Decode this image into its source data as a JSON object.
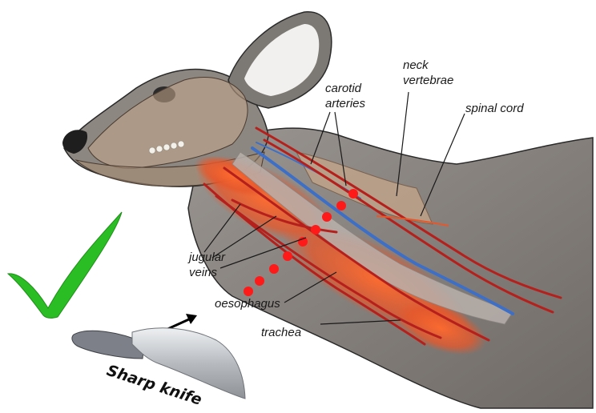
{
  "labels": {
    "carotid_line1": "carotid",
    "carotid_line2": "arteries",
    "neck_line1": "neck",
    "neck_line2": "vertebrae",
    "spinal_cord": "spinal cord",
    "jugular_line1": "jugular",
    "jugular_line2": "veins",
    "oesophagus": "oesophagus",
    "trachea": "trachea",
    "knife": "Sharp knife"
  },
  "colors": {
    "hide": "#8a8580",
    "hide_dark": "#5e5a56",
    "ear_inner": "#f2f0ee",
    "muscle": "#e8572a",
    "artery": "#b5201c",
    "vein": "#3d6fc7",
    "trachea": "#b8b0ac",
    "cut_marks": "#ff1a1a",
    "check": "#2bbd24",
    "blade": "#c9ccd0",
    "handle": "#7d8088",
    "arrow": "#000000"
  },
  "icons": {
    "approval": "check-mark-icon",
    "tool": "knife-icon",
    "direction": "arrow-icon"
  }
}
